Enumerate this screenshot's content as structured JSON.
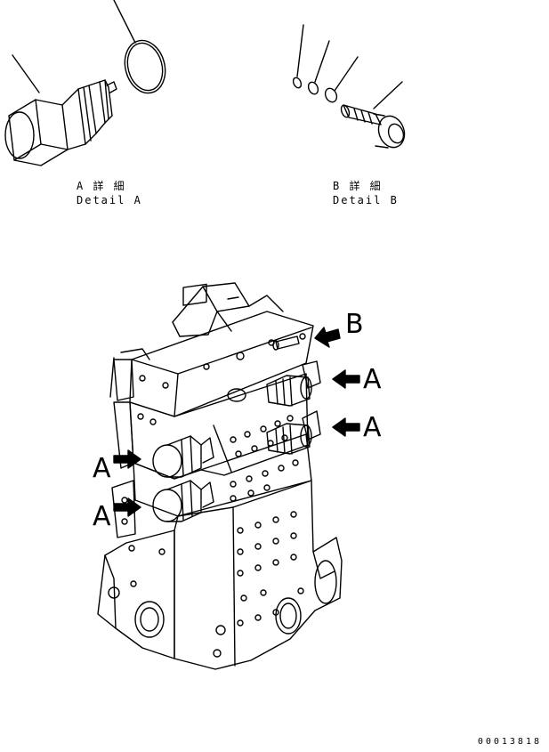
{
  "detail_a": {
    "jp": "A 詳 細",
    "en": "Detail A"
  },
  "detail_b": {
    "jp": "B 詳 細",
    "en": "Detail B"
  },
  "callouts": {
    "b": "B",
    "a1": "A",
    "a2": "A",
    "a3": "A",
    "a4": "A"
  },
  "doc_number": "00013818",
  "colors": {
    "line": "#000000",
    "background": "#ffffff"
  }
}
